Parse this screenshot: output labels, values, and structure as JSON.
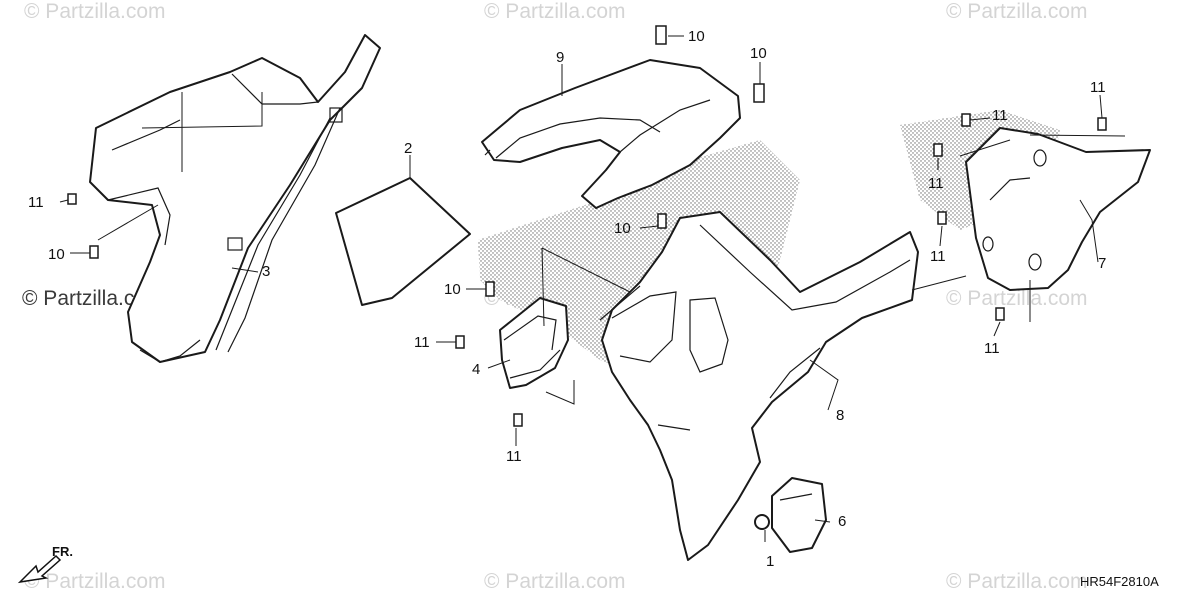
{
  "diagram": {
    "drawing_code": "HR54F2810A",
    "direction_marker": "FR.",
    "callouts": {
      "c1": "1",
      "c2": "2",
      "c3": "3",
      "c4": "4",
      "c6": "6",
      "c7": "7",
      "c8": "8",
      "c9": "9",
      "c10a": "10",
      "c10b": "10",
      "c10c": "10",
      "c10d": "10",
      "c10e": "10",
      "c11a": "11",
      "c11b": "11",
      "c11c": "11",
      "c11d": "11",
      "c11e": "11",
      "c11f": "11",
      "c11g": "11"
    }
  },
  "watermarks": {
    "w1": "© Partzilla.com",
    "w2": "© Partzilla.com",
    "w3": "© Partzilla.com",
    "w4": "© Partzilla.com",
    "w5": "© Partzilla.com",
    "w6": "© Partzilla.com",
    "w7": "© Partzilla.com",
    "w8": "© Partzilla.com",
    "w9": "© Partzilla.com"
  }
}
